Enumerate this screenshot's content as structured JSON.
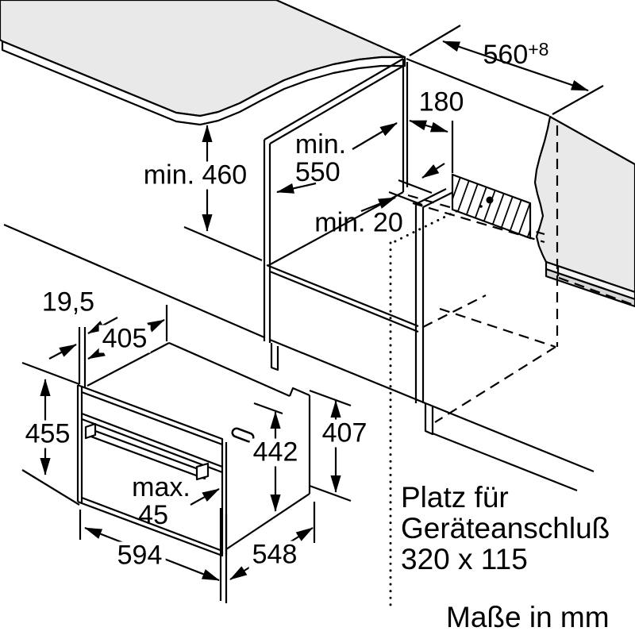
{
  "diagram": {
    "niche_dimensions": {
      "width": {
        "value": "560",
        "tolerance": "+8"
      },
      "connection_offset": "180",
      "depth_prefix": "min.",
      "depth_value": "550",
      "height": "min. 460",
      "rear_gap": "min. 20"
    },
    "appliance_dimensions": {
      "door_protrusion": "19,5",
      "top_depth": "405",
      "height": "455",
      "front_height": "442",
      "body_height": "407",
      "clearance_prefix": "max.",
      "clearance_value": "45",
      "width": "594",
      "depth": "548"
    },
    "connection_note": {
      "line1": "Platz für",
      "line2": "Geräteanschluß",
      "line3": "320 x 115"
    },
    "units_note": "Maße in mm"
  }
}
